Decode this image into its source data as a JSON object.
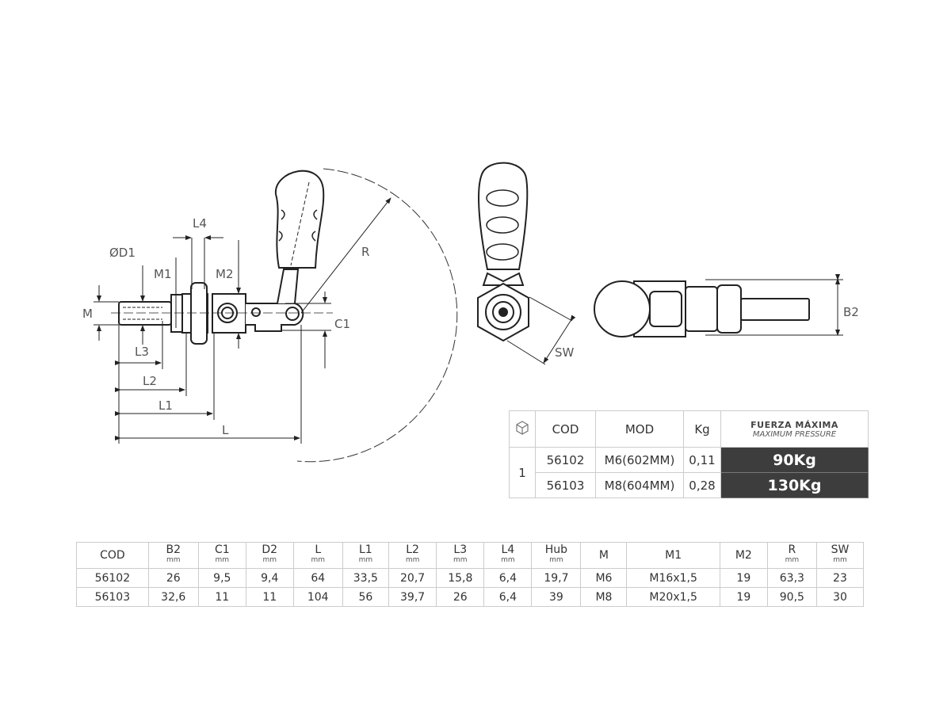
{
  "drawing_labels": {
    "L4": "L4",
    "D1": "ØD1",
    "M1": "M1",
    "M2": "M2",
    "M": "M",
    "R": "R",
    "C1": "C1",
    "L3": "L3",
    "L2": "L2",
    "L1": "L1",
    "L": "L",
    "SW": "SW",
    "B2": "B2"
  },
  "spec_table": {
    "icon": "package-cube-icon",
    "headers": {
      "cod": "COD",
      "mod": "MOD",
      "kg": "Kg",
      "force_title": "FUERZA MÁXIMA",
      "force_subtitle": "MAXIMUM PRESSURE"
    },
    "group": "1",
    "rows": [
      {
        "cod": "56102",
        "mod": "M6(602MM)",
        "kg": "0,11",
        "force": "90Kg"
      },
      {
        "cod": "56103",
        "mod": "M8(604MM)",
        "kg": "0,28",
        "force": "130Kg"
      }
    ],
    "force_bg": "#3d3d3d"
  },
  "dims_table": {
    "headers": [
      {
        "name": "COD",
        "unit": ""
      },
      {
        "name": "B2",
        "unit": "mm"
      },
      {
        "name": "C1",
        "unit": "mm"
      },
      {
        "name": "D2",
        "unit": "mm"
      },
      {
        "name": "L",
        "unit": "mm"
      },
      {
        "name": "L1",
        "unit": "mm"
      },
      {
        "name": "L2",
        "unit": "mm"
      },
      {
        "name": "L3",
        "unit": "mm"
      },
      {
        "name": "L4",
        "unit": "mm"
      },
      {
        "name": "Hub",
        "unit": "mm"
      },
      {
        "name": "M",
        "unit": ""
      },
      {
        "name": "M1",
        "unit": ""
      },
      {
        "name": "M2",
        "unit": ""
      },
      {
        "name": "R",
        "unit": "mm"
      },
      {
        "name": "SW",
        "unit": "mm"
      }
    ],
    "rows": [
      [
        "56102",
        "26",
        "9,5",
        "9,4",
        "64",
        "33,5",
        "20,7",
        "15,8",
        "6,4",
        "19,7",
        "M6",
        "M16x1,5",
        "19",
        "63,3",
        "23"
      ],
      [
        "56103",
        "32,6",
        "11",
        "11",
        "104",
        "56",
        "39,7",
        "26",
        "6,4",
        "39",
        "M8",
        "M20x1,5",
        "19",
        "90,5",
        "30"
      ]
    ]
  }
}
